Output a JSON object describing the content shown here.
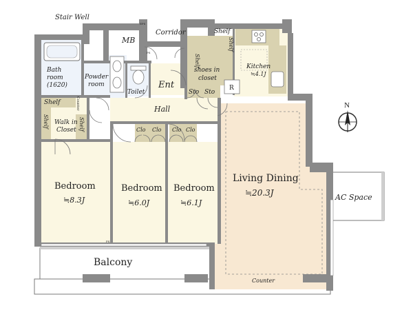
{
  "colors": {
    "wall": "#8a8a8a",
    "room_floor": "#fbf7e2",
    "wet_floor": "#eef3fa",
    "living_floor": "#f8e8d2",
    "storage_floor": "#d9d2b0",
    "outdoor": "#ffffff",
    "line": "#777777"
  },
  "labels": {
    "stair_well": "Stair Well",
    "eps": "EPS",
    "mb": "MB",
    "corridor": "Corridor",
    "ps_top": "PS",
    "shelf_top": "Shelf",
    "shelf_mid1": "Shelf",
    "shelf_mid2": "Shelf",
    "shoes_closet_1": "shoes in",
    "shoes_closet_2": "closet",
    "kitchen": "Kitchen",
    "kitchen_size": "≒4.1J",
    "refrigerator": "R",
    "sto1": "Sto",
    "sto2": "Sto",
    "ent": "Ent",
    "toilet": "Toilet",
    "powder_1": "Powder",
    "powder_2": "room",
    "bath_1": "Bath",
    "bath_2": "room",
    "bath_3": "(1620)",
    "hall": "Hall",
    "shelf_wic_top": "Shelf",
    "shelf_wic_left": "Shelf",
    "shelf_wic_right": "Shelf",
    "wic_1": "Walk in",
    "wic_2": "Closet",
    "counter_small": "Counter",
    "clo1": "Clo",
    "clo2": "Clo",
    "clo3": "Clo",
    "clo4": "Clo",
    "bedroom1": "Bedroom",
    "bedroom1_size": "≒8.3J",
    "bedroom2": "Bedroom",
    "bedroom2_size": "≒6.0J",
    "bedroom3": "Bedroom",
    "bedroom3_size": "≒6.1J",
    "living": "Living Dining",
    "living_size": "≒20.3J",
    "ac_space": "AC Space",
    "balcony": "Balcony",
    "counter": "Counter",
    "ps_bottom": "PS"
  }
}
